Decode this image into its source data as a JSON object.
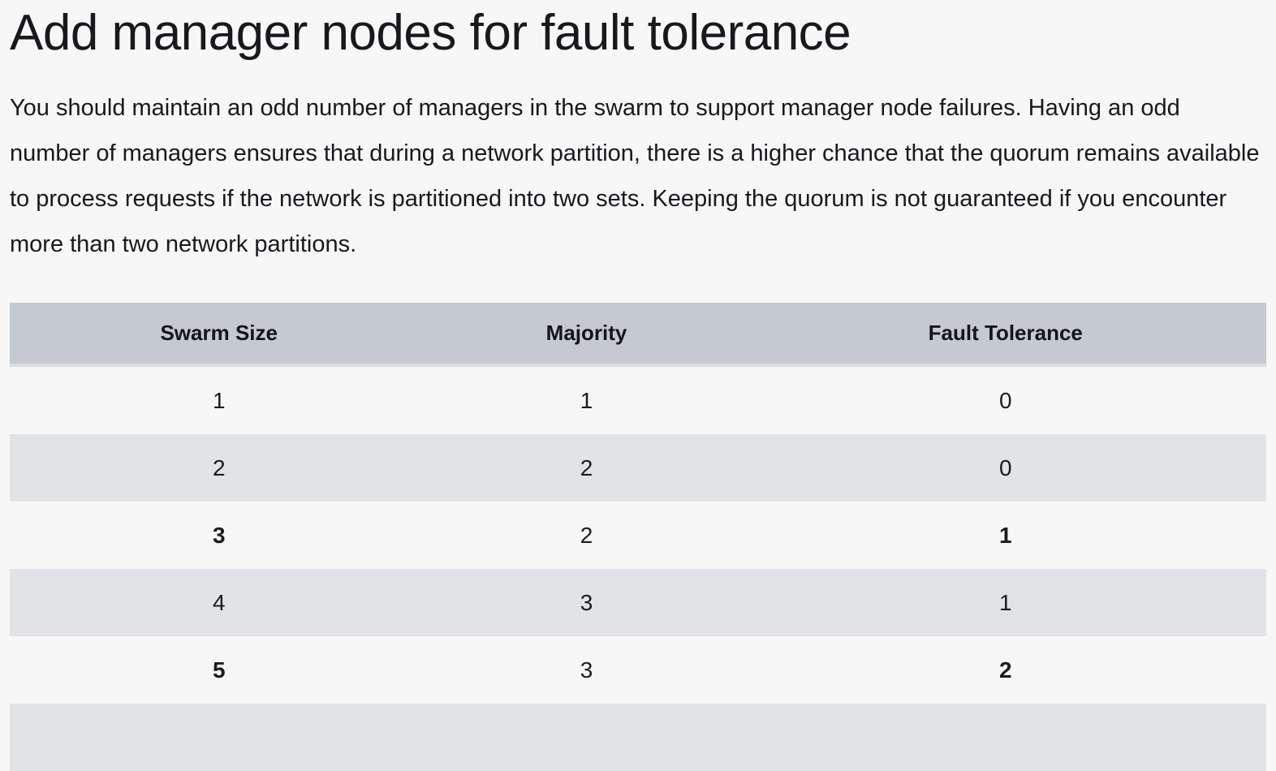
{
  "page": {
    "title": "Add manager nodes for fault tolerance",
    "intro": "You should maintain an odd number of managers in the swarm to support manager node failures. Having an odd number of managers ensures that during a network partition, there is a higher chance that the quorum remains available to process requests if the network is partitioned into two sets. Keeping the quorum is not guaranteed if you encounter more than two network partitions."
  },
  "table": {
    "columns": [
      {
        "label": "Swarm Size"
      },
      {
        "label": "Majority"
      },
      {
        "label": "Fault Tolerance"
      }
    ],
    "rows": [
      {
        "cells": [
          {
            "text": "1",
            "bold": false
          },
          {
            "text": "1",
            "bold": false
          },
          {
            "text": "0",
            "bold": false
          }
        ]
      },
      {
        "cells": [
          {
            "text": "2",
            "bold": false
          },
          {
            "text": "2",
            "bold": false
          },
          {
            "text": "0",
            "bold": false
          }
        ]
      },
      {
        "cells": [
          {
            "text": "3",
            "bold": true
          },
          {
            "text": "2",
            "bold": false
          },
          {
            "text": "1",
            "bold": true
          }
        ]
      },
      {
        "cells": [
          {
            "text": "4",
            "bold": false
          },
          {
            "text": "3",
            "bold": false
          },
          {
            "text": "1",
            "bold": false
          }
        ]
      },
      {
        "cells": [
          {
            "text": "5",
            "bold": true
          },
          {
            "text": "3",
            "bold": false
          },
          {
            "text": "2",
            "bold": true
          }
        ]
      },
      {
        "cells": [
          {
            "text": "",
            "bold": false
          },
          {
            "text": "",
            "bold": false
          },
          {
            "text": "",
            "bold": false
          }
        ]
      }
    ]
  },
  "colors": {
    "page_background": "#f7f7f8",
    "table_header_background": "#c5c9d1",
    "table_header_border": "#dbdde1",
    "row_shaded_background": "#e2e3e7",
    "text": "#17191d"
  }
}
